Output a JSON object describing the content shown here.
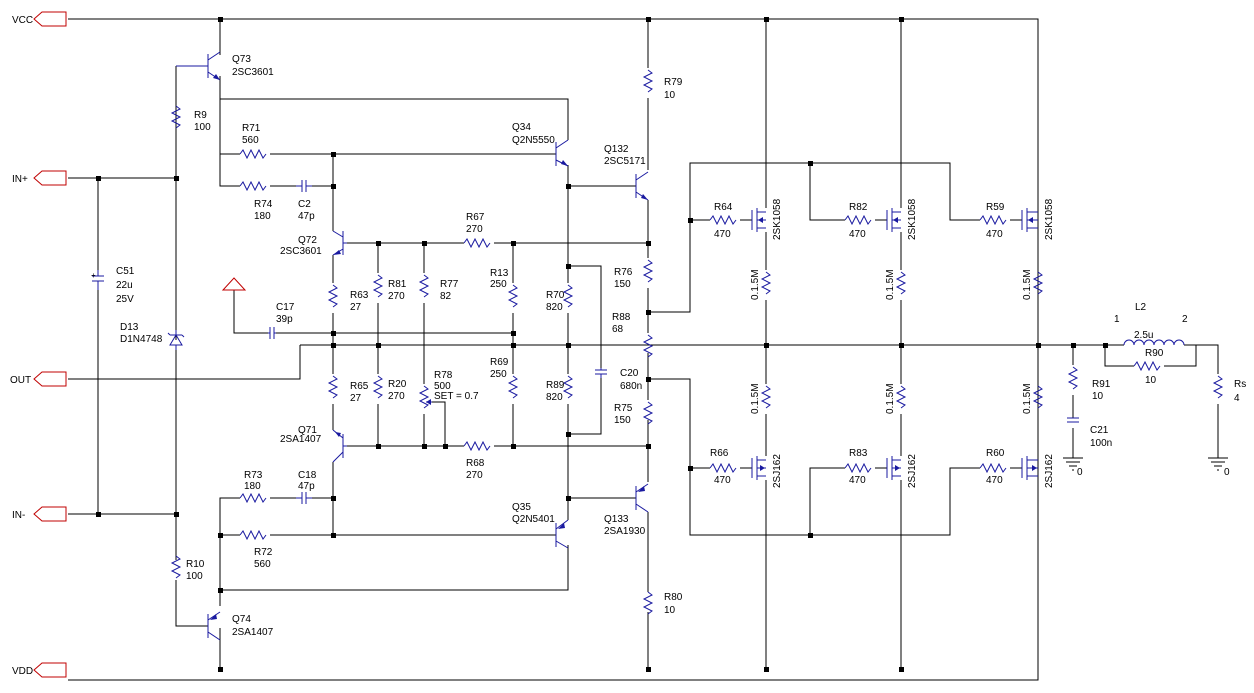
{
  "ports": {
    "vcc": "VCC",
    "in_plus": "IN+",
    "out": "OUT",
    "in_minus": "IN-",
    "vdd": "VDD"
  },
  "ground": "0",
  "components": {
    "Q73": {
      "ref": "Q73",
      "value": "2SC3601"
    },
    "Q74": {
      "ref": "Q74",
      "value": "2SA1407"
    },
    "Q72": {
      "ref": "Q72",
      "value": "2SC3601"
    },
    "Q71": {
      "ref": "Q71",
      "value": "2SA1407"
    },
    "Q34": {
      "ref": "Q34",
      "value": "Q2N5550"
    },
    "Q35": {
      "ref": "Q35",
      "value": "Q2N5401"
    },
    "Q132": {
      "ref": "Q132",
      "value": "2SC5171"
    },
    "Q133": {
      "ref": "Q133",
      "value": "2SA1930"
    },
    "R9": {
      "ref": "R9",
      "value": "100"
    },
    "R10": {
      "ref": "R10",
      "value": "100"
    },
    "R71": {
      "ref": "R71",
      "value": "560"
    },
    "R72": {
      "ref": "R72",
      "value": "560"
    },
    "R74": {
      "ref": "R74",
      "value": "180"
    },
    "R73": {
      "ref": "R73",
      "value": "180"
    },
    "C2": {
      "ref": "C2",
      "value": "47p"
    },
    "C18": {
      "ref": "C18",
      "value": "47p"
    },
    "C51": {
      "ref": "C51",
      "value": "22u",
      "rating": "25V"
    },
    "D13": {
      "ref": "D13",
      "value": "D1N4748"
    },
    "C17": {
      "ref": "C17",
      "value": "39p"
    },
    "R63": {
      "ref": "R63",
      "value": "27"
    },
    "R65": {
      "ref": "R65",
      "value": "27"
    },
    "R81": {
      "ref": "R81",
      "value": "270"
    },
    "R20": {
      "ref": "R20",
      "value": "270"
    },
    "R77": {
      "ref": "R77",
      "value": "82"
    },
    "R78": {
      "ref": "R78",
      "value": "500",
      "setting": "SET = 0.7"
    },
    "R67": {
      "ref": "R67",
      "value": "270"
    },
    "R68": {
      "ref": "R68",
      "value": "270"
    },
    "R13": {
      "ref": "R13",
      "value": "250"
    },
    "R69": {
      "ref": "R69",
      "value": "250"
    },
    "R70": {
      "ref": "R70",
      "value": "820"
    },
    "R89": {
      "ref": "R89",
      "value": "820"
    },
    "R79": {
      "ref": "R79",
      "value": "10"
    },
    "R80": {
      "ref": "R80",
      "value": "10"
    },
    "R76": {
      "ref": "R76",
      "value": "150"
    },
    "R88": {
      "ref": "R88",
      "value": "68"
    },
    "R75": {
      "ref": "R75",
      "value": "150"
    },
    "C20": {
      "ref": "C20",
      "value": "680n"
    },
    "R64": {
      "ref": "R64",
      "value": "470",
      "part": "2SK1058"
    },
    "R82": {
      "ref": "R82",
      "value": "470",
      "part": "2SK1058"
    },
    "R59": {
      "ref": "R59",
      "value": "470",
      "part": "2SK1058"
    },
    "R66": {
      "ref": "R66",
      "value": "470",
      "part": "2SJ162"
    },
    "R83": {
      "ref": "R83",
      "value": "470",
      "part": "2SJ162"
    },
    "R60": {
      "ref": "R60",
      "value": "470",
      "part": "2SJ162"
    },
    "Rsrc": {
      "value": "0.1.5M"
    },
    "L2": {
      "ref": "L2",
      "value": "2.5u",
      "pin1": "1",
      "pin2": "2"
    },
    "R90": {
      "ref": "R90",
      "value": "10"
    },
    "R91": {
      "ref": "R91",
      "value": "10"
    },
    "C21": {
      "ref": "C21",
      "value": "100n"
    },
    "Rs": {
      "ref": "Rs",
      "value": "4"
    }
  }
}
